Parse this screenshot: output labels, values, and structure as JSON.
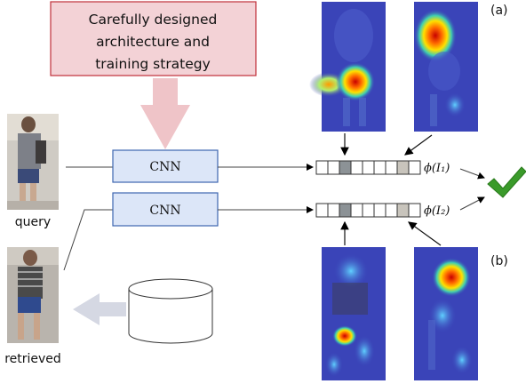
{
  "header_box": {
    "line1": "Carefully designed",
    "line2": "architecture and",
    "line3": "training strategy"
  },
  "cnn_top": {
    "label": "CNN"
  },
  "cnn_bottom": {
    "label": "CNN"
  },
  "query": {
    "label": "query"
  },
  "retrieved": {
    "label": "retrieved"
  },
  "panel_a": {
    "label": "(a)"
  },
  "panel_b": {
    "label": "(b)"
  },
  "feature_top": {
    "label": "ϕ(I₁)"
  },
  "feature_bottom": {
    "label": "ϕ(I₂)"
  },
  "colors": {
    "header_fill": "#f3d2d6",
    "header_stroke": "#c0303a",
    "big_arrow": "#efc4c8",
    "cnn_fill": "#dce6f8",
    "cnn_stroke": "#3e66b0",
    "db_fill": "#ffffff",
    "db_arrow": "#d5d8e3",
    "check": "#3a9a2a",
    "heat_bg": "#3a44b8"
  },
  "icons": [
    "checkmark-icon",
    "database-icon",
    "query-person-image",
    "retrieved-person-image",
    "attention-heatmap-image"
  ]
}
